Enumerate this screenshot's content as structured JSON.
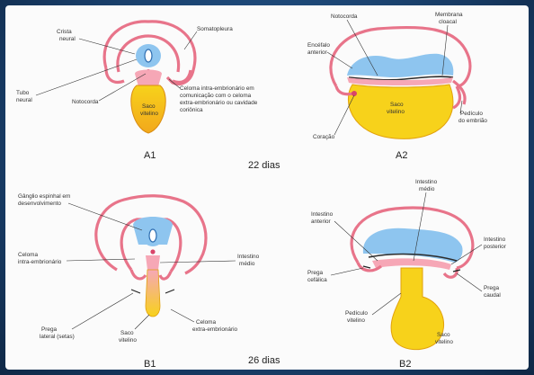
{
  "figures": {
    "A1": {
      "caption": "A1",
      "labels": {
        "crista": [
          "Crista",
          "neural"
        ],
        "somatopleura": [
          "Somatopleura"
        ],
        "tubo": [
          "Tubo",
          "neural"
        ],
        "notocorda": [
          "Notocorda"
        ],
        "saco": [
          "Saco",
          "vitelino"
        ],
        "celoma": [
          "Celoma intra-embrionário em",
          "comunicação com o celoma",
          "extra-embrionário ou cavidade",
          "coriônica"
        ]
      }
    },
    "A2": {
      "caption": "A2",
      "labels": {
        "notocorda": [
          "Notocorda"
        ],
        "membrana": [
          "Membrana",
          "cloacal"
        ],
        "encefalo": [
          "Encéfalo",
          "anterior"
        ],
        "saco": [
          "Saco",
          "vitelino"
        ],
        "pediculo": [
          "Pedículo",
          "do embrião"
        ],
        "coracao": [
          "Coração"
        ]
      }
    },
    "B1": {
      "caption": "B1",
      "labels": {
        "ganglio": [
          "Gânglio espinhal em",
          "desenvolvimento"
        ],
        "celoma_intra": [
          "Celoma",
          "intra-embrionário"
        ],
        "intestino": [
          "Intestino",
          "médio"
        ],
        "prega": [
          "Prega",
          "lateral (setas)"
        ],
        "saco": [
          "Saco",
          "vitelino"
        ],
        "celoma_extra": [
          "Celoma",
          "extra-embrionário"
        ]
      }
    },
    "B2": {
      "caption": "B2",
      "labels": {
        "int_medio": [
          "Intestino",
          "médio"
        ],
        "int_anterior": [
          "Intestino",
          "anterior"
        ],
        "int_posterior": [
          "Intestino",
          "posterior"
        ],
        "prega_cefalica": [
          "Prega",
          "cefálica"
        ],
        "prega_caudal": [
          "Prega",
          "caudal"
        ],
        "pediculo": [
          "Pedículo",
          "vitelino"
        ],
        "saco": [
          "Saco",
          "vitelino"
        ]
      }
    }
  },
  "age_labels": {
    "top": "22 dias",
    "bottom": "26 dias"
  },
  "colors": {
    "ectoderm_pink": "#e8748a",
    "yolk_yellow": "#f7d21b",
    "yolk_orange": "#f2a81c",
    "neural_blue": "#8ec5ef",
    "background_blue": "#1f4e79"
  }
}
